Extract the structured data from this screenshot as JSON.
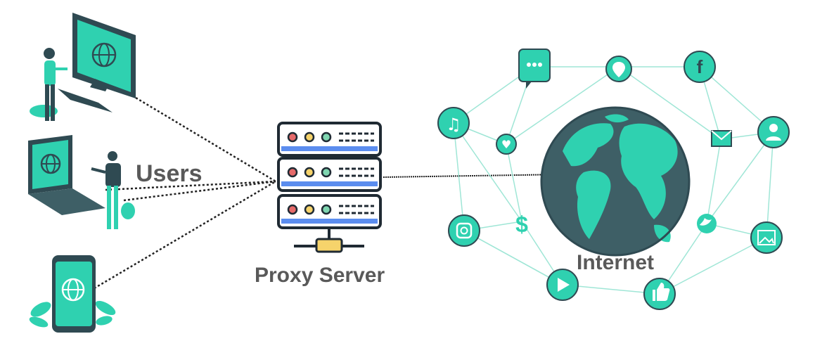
{
  "labels": {
    "users": "Users",
    "proxy_server": "Proxy Server",
    "internet": "Internet"
  },
  "icons": {
    "user_devices": [
      "desktop-computer-icon",
      "laptop-icon",
      "mobile-phone-icon"
    ],
    "server": "server-rack-icon",
    "globe": "earth-globe-icon",
    "network_nodes": [
      "chat-bubble-icon",
      "location-pin-icon",
      "facebook-icon",
      "music-note-icon",
      "heart-icon",
      "mail-icon",
      "user-profile-icon",
      "dollar-icon",
      "twitter-icon",
      "instagram-icon",
      "image-icon",
      "play-icon",
      "thumbs-up-icon"
    ]
  },
  "colors": {
    "accent": "#2fd1b0",
    "dark": "#2f4a52",
    "globe_ocean": "#3e5f66",
    "globe_land": "#2fd1b0",
    "text": "#595959",
    "server_stripe": "#5b8def",
    "base_yellow": "#f6d36b"
  }
}
